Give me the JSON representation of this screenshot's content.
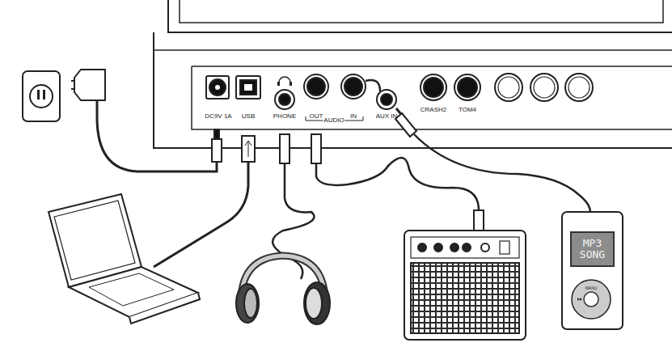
{
  "diagram": {
    "nodes": [
      {
        "text": [
          "MP3 SONG"
        ]
      },
      {
        "text": [
          "MANU"
        ]
      }
    ],
    "labels": [
      "DC9V 1A",
      "USB",
      "PHONE",
      "OUT",
      "IN",
      "AUDIO",
      "AUX IN",
      "CRASH2",
      "TOM4"
    ]
  }
}
